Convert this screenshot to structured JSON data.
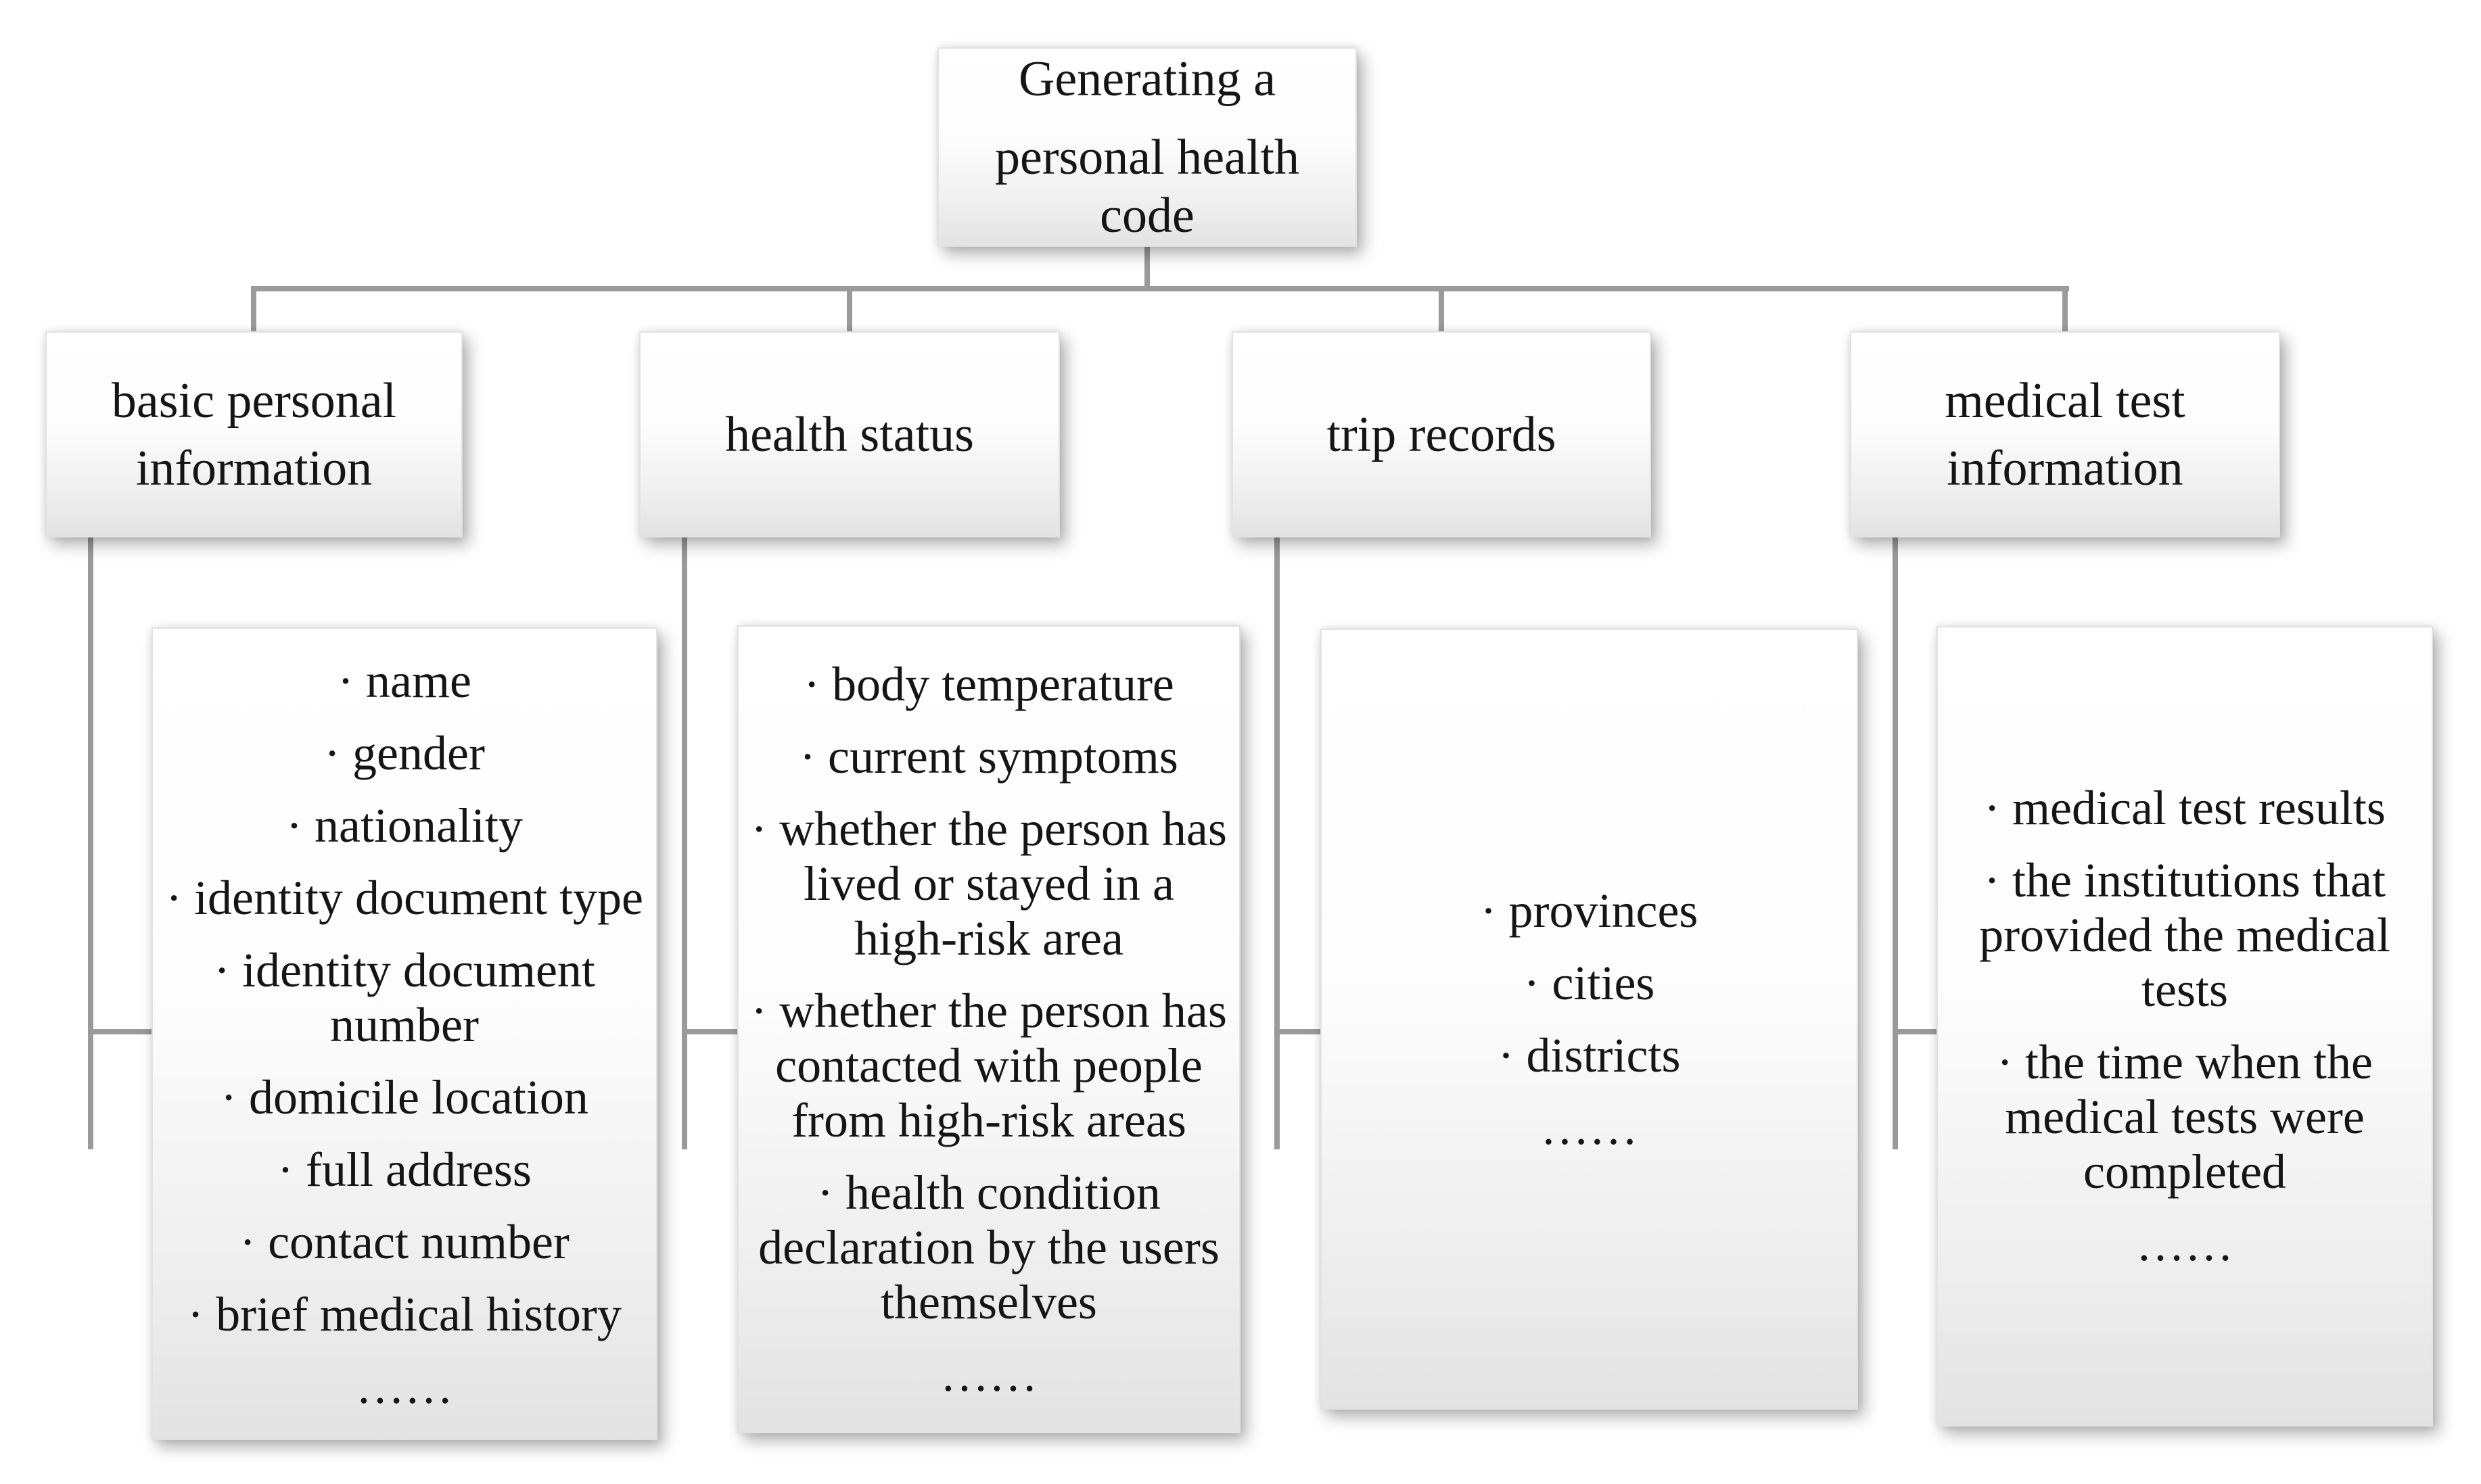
{
  "diagram": {
    "root": {
      "line1": "Generating a",
      "line2": "personal health\ncode"
    },
    "columns": [
      {
        "title": "basic personal\ninformation",
        "items": [
          "· name",
          "· gender",
          "· nationality",
          "· identity document type",
          "· identity document\nnumber",
          "· domicile location",
          "· full address",
          "· contact number",
          "· brief medical history",
          "……"
        ]
      },
      {
        "title": "health status",
        "items": [
          "· body temperature",
          "· current symptoms",
          "· whether the person has\nlived or stayed in a\nhigh-risk area",
          "· whether the person has\ncontacted with people\nfrom high-risk areas",
          "· health condition\ndeclaration by the users\nthemselves",
          "……"
        ]
      },
      {
        "title": "trip records",
        "items": [
          "· provinces",
          "· cities",
          "· districts",
          "……"
        ]
      },
      {
        "title": "medical test\ninformation",
        "items": [
          "· medical test results",
          "· the institutions that\nprovided the medical\ntests",
          "· the time when the\nmedical tests were\ncompleted",
          "……"
        ]
      }
    ],
    "colors": {
      "connector_line": "#9a9a9a",
      "box_border": "#e2e2e2",
      "box_fill_top": "#ffffff",
      "box_fill_bottom": "#e3e3e3",
      "text": "#151515"
    }
  }
}
